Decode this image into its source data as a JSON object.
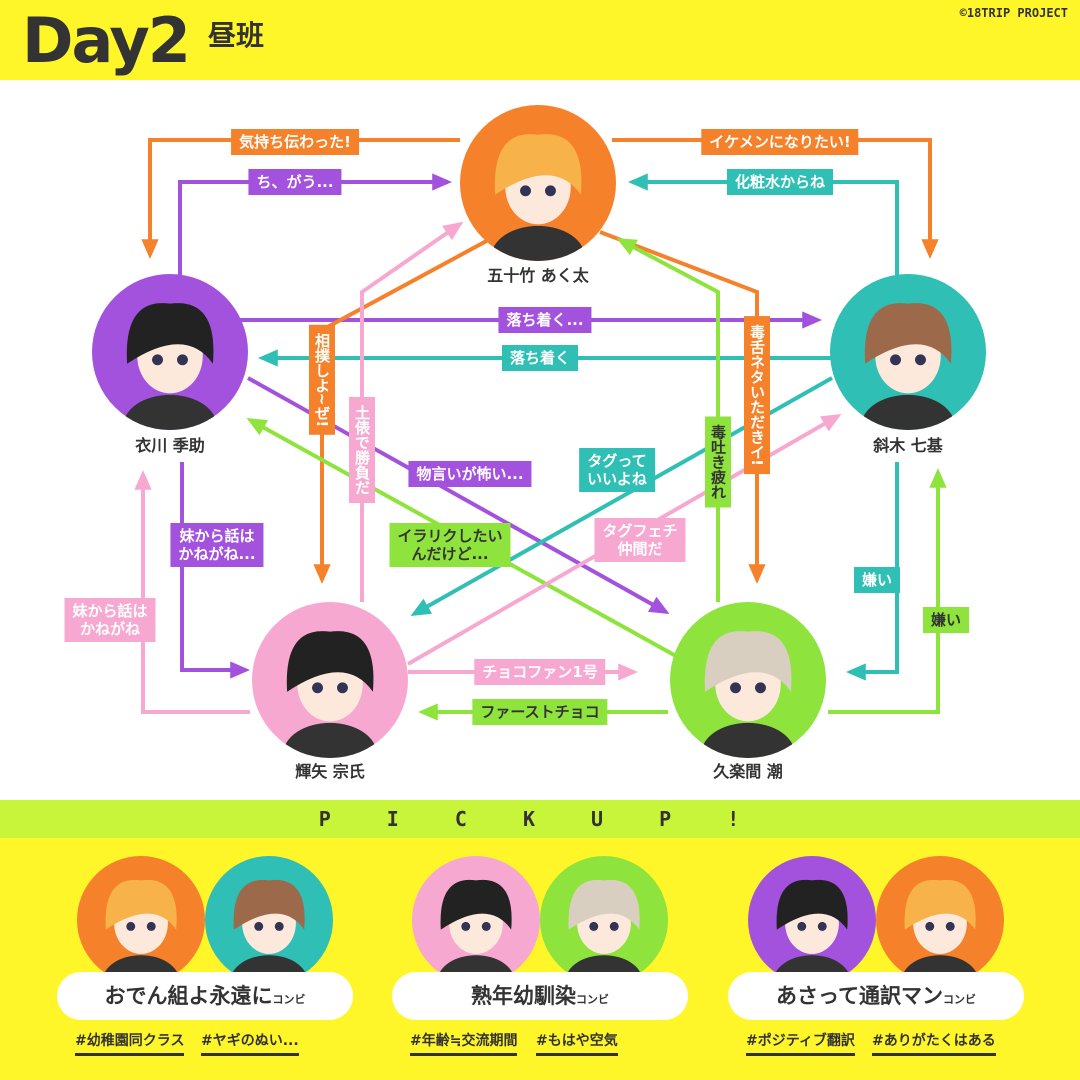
{
  "header": {
    "logo": "Day2",
    "subtitle": "昼班",
    "copyright": "©18TRIP PROJECT"
  },
  "colors": {
    "orange": "#f5812a",
    "purple": "#a352dd",
    "teal": "#2fbfb4",
    "pink": "#f7a8d0",
    "green": "#8ee43c",
    "yellow": "#fff629",
    "lime": "#c8f53a"
  },
  "characters": [
    {
      "id": "akuta",
      "name": "五十竹 あく太",
      "color": "#f5812a",
      "hair": "#f7b24a"
    },
    {
      "id": "suke",
      "name": "衣川 季助",
      "color": "#a352dd",
      "hair": "#222"
    },
    {
      "id": "nanaki",
      "name": "斜木 七基",
      "color": "#2fbfb4",
      "hair": "#9c6a4a"
    },
    {
      "id": "muneuji",
      "name": "輝矢 宗氏",
      "color": "#f7a8d0",
      "hair": "#222"
    },
    {
      "id": "ushio",
      "name": "久楽間 潮",
      "color": "#8ee43c",
      "hair": "#d8cfc0"
    }
  ],
  "edges": [
    {
      "label": "気持ち伝わった!",
      "color": "orange"
    },
    {
      "label": "ち、がう...",
      "color": "purple"
    },
    {
      "label": "イケメンになりたい!",
      "color": "orange"
    },
    {
      "label": "化粧水からね",
      "color": "teal"
    },
    {
      "label": "落ち着く...",
      "color": "purple"
    },
    {
      "label": "落ち着く",
      "color": "teal"
    },
    {
      "label": "相撲しよ~ぜ!",
      "color": "orange"
    },
    {
      "label": "土俵で勝負だ",
      "color": "pink"
    },
    {
      "label": "毒舌ネタいただきイ!",
      "color": "orange"
    },
    {
      "label": "毒吐き疲れ",
      "color": "green"
    },
    {
      "label": "物言いが怖い...",
      "color": "purple"
    },
    {
      "label": "イラリクしたい\nんだけど...",
      "color": "green"
    },
    {
      "label": "タグって\nいいよね",
      "color": "teal"
    },
    {
      "label": "タグフェチ\n仲間だ",
      "color": "pink"
    },
    {
      "label": "妹から話は\nかねがね...",
      "color": "purple"
    },
    {
      "label": "妹から話は\nかねがね",
      "color": "pink"
    },
    {
      "label": "嫌い",
      "color": "teal"
    },
    {
      "label": "嫌い",
      "color": "green"
    },
    {
      "label": "チョコファン1号",
      "color": "pink"
    },
    {
      "label": "ファーストチョコ",
      "color": "green"
    }
  ],
  "pickup": {
    "title": "P I C K  U P !",
    "combos": [
      {
        "name": "おでん組よ永遠に",
        "suffix": "コンビ",
        "members": [
          "akuta",
          "nanaki"
        ],
        "tags": [
          "#幼稚園同クラス",
          "#ヤギのぬい..."
        ]
      },
      {
        "name": "熟年幼馴染",
        "suffix": "コンビ",
        "members": [
          "muneuji",
          "ushio"
        ],
        "tags": [
          "#年齢≒交流期間",
          "#もはや空気"
        ]
      },
      {
        "name": "あさって通訳マン",
        "suffix": "コンビ",
        "members": [
          "suke",
          "akuta"
        ],
        "tags": [
          "#ポジティブ翻訳",
          "#ありがたくはある"
        ]
      }
    ]
  }
}
